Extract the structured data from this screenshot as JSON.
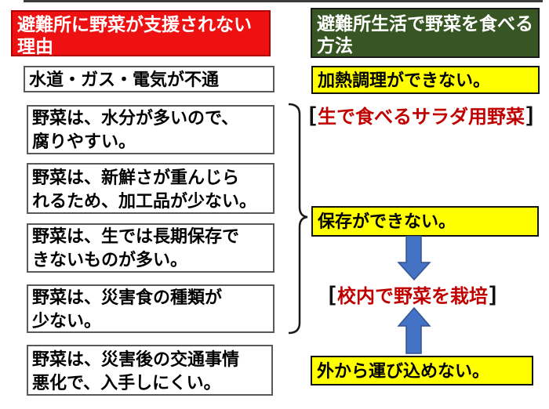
{
  "left": {
    "header": {
      "line1": "避難所に野菜が支援されない",
      "line2": "理由"
    },
    "boxes": [
      {
        "line1": "水道・ガス・電気が不通"
      },
      {
        "line1": "野菜は、水分が多いので、",
        "line2": "腐りやすい。"
      },
      {
        "line1": "野菜は、新鮮さが重んじら",
        "line2": "れるため、加工品が少ない。"
      },
      {
        "line1": "野菜は、生では長期保存で",
        "line2": "きないものが多い。"
      },
      {
        "line1": "野菜は、災害食の種類が",
        "line2": "少ない。"
      },
      {
        "line1": "野菜は、災害後の交通事情",
        "line2": "悪化で、入手しにくい。"
      }
    ]
  },
  "right": {
    "header": {
      "line1": "避難所生活で野菜を食べる",
      "line2": "方法"
    },
    "methods": [
      {
        "label": "加熱調理ができない。"
      },
      {
        "label": "保存ができない。"
      },
      {
        "label": "外から運び込めない。"
      }
    ],
    "solutions": [
      {
        "open": "[",
        "text": "生で食べるサラダ用野菜",
        "close": "]"
      },
      {
        "open": "[",
        "text": "校内で野菜を栽培",
        "close": "]"
      }
    ]
  },
  "colors": {
    "header_red": "#ee1111",
    "header_green": "#375623",
    "highlight_yellow": "#ffff00",
    "solution_text_red": "#c00000",
    "arrow_blue": "#4472c4"
  }
}
